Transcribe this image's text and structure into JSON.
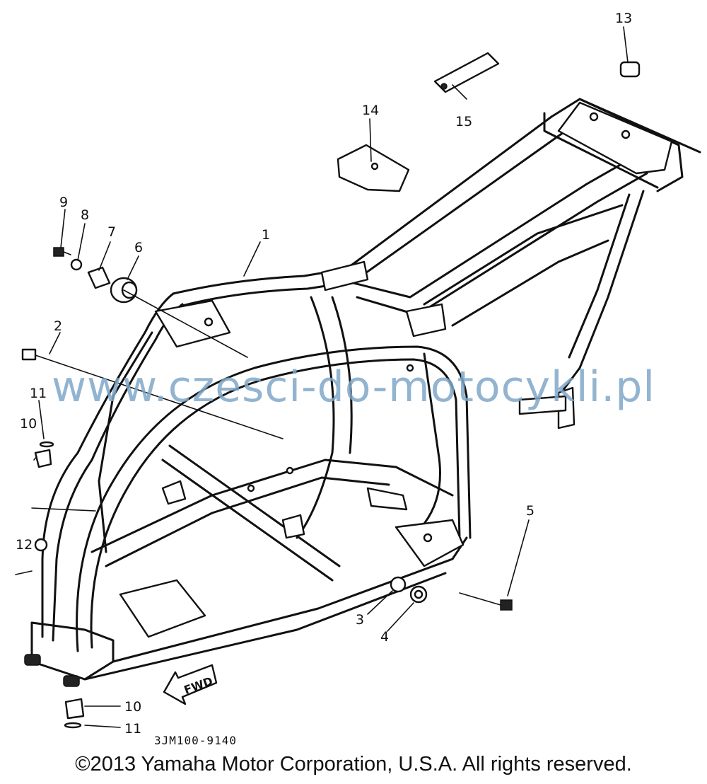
{
  "callouts": [
    {
      "id": "1",
      "label": "1"
    },
    {
      "id": "2",
      "label": "2"
    },
    {
      "id": "3",
      "label": "3"
    },
    {
      "id": "4",
      "label": "4"
    },
    {
      "id": "5",
      "label": "5"
    },
    {
      "id": "6",
      "label": "6"
    },
    {
      "id": "7",
      "label": "7"
    },
    {
      "id": "8",
      "label": "8"
    },
    {
      "id": "9",
      "label": "9"
    },
    {
      "id": "10a",
      "label": "10"
    },
    {
      "id": "10b",
      "label": "10"
    },
    {
      "id": "11a",
      "label": "11"
    },
    {
      "id": "11b",
      "label": "11"
    },
    {
      "id": "12",
      "label": "12"
    },
    {
      "id": "13",
      "label": "13"
    },
    {
      "id": "14",
      "label": "14"
    },
    {
      "id": "15",
      "label": "15"
    }
  ],
  "diagram_code": "3JM100-9140",
  "fwd_label": "FWD",
  "watermark": "www.czesci-do-motocykli.pl",
  "copyright": "©2013 Yamaha Motor Corporation, U.S.A. All rights reserved."
}
